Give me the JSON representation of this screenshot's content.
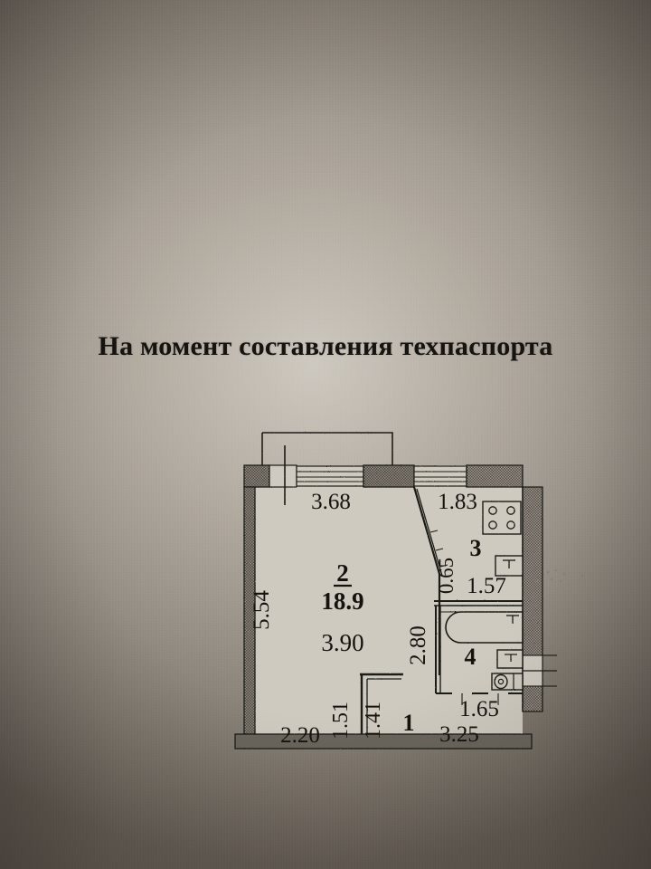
{
  "document": {
    "title": "На момент составления техпаспорта",
    "type": "apartment-floor-plan",
    "paper_color": "#a8a299",
    "ink_color": "#181512",
    "wall_fill": "#6e6960"
  },
  "plan": {
    "rooms": [
      {
        "id": "1",
        "number": "1",
        "name": "hallway",
        "area": "",
        "dims": [
          "2.20",
          "1.51",
          "1.41",
          "3.25"
        ]
      },
      {
        "id": "2",
        "number": "2",
        "name": "living-room",
        "area": "18.9",
        "dims": [
          "3.68",
          "5.54",
          "3.90"
        ]
      },
      {
        "id": "3",
        "number": "3",
        "name": "kitchen",
        "area": "",
        "dims": [
          "1.83",
          "1.57",
          "0.65",
          "2.80"
        ]
      },
      {
        "id": "4",
        "number": "4",
        "name": "bathroom",
        "area": "",
        "dims": [
          "1.65"
        ]
      }
    ],
    "dimensions": {
      "top_main": "3.68",
      "top_kitchen": "1.83",
      "left_wall": "5.54",
      "room2_width": "3.90",
      "room2_area": "18.9",
      "kitchen_depth": "0.65",
      "kitchen_width": "1.57",
      "corridor_height": "2.80",
      "bath_width": "1.65",
      "hall_left": "2.20",
      "closet_left": "1.51",
      "closet_right": "1.41",
      "hall_bottom": "3.25"
    },
    "room_numbers": {
      "r1": "1",
      "r2": "2",
      "r3": "3",
      "r4": "4"
    },
    "fixtures": [
      {
        "name": "stove",
        "room": "3",
        "burners": 4
      },
      {
        "name": "kitchen-sink",
        "room": "3"
      },
      {
        "name": "bathtub",
        "room": "4"
      },
      {
        "name": "toilet",
        "room": "4"
      },
      {
        "name": "wash-basin",
        "room": "4"
      }
    ],
    "openings": [
      {
        "name": "balcony-door",
        "wall": "top-left"
      },
      {
        "name": "living-room-window",
        "wall": "top"
      },
      {
        "name": "kitchen-window",
        "wall": "top-right"
      },
      {
        "name": "kitchen-door",
        "wall": "interior-diagonal"
      },
      {
        "name": "entrance-door",
        "wall": "right-bottom"
      },
      {
        "name": "bathroom-door",
        "wall": "bottom-of-bath"
      },
      {
        "name": "wc-door",
        "wall": "bottom-of-bath"
      }
    ],
    "balcony": {
      "name": "balcony-outline",
      "position": "top"
    }
  }
}
